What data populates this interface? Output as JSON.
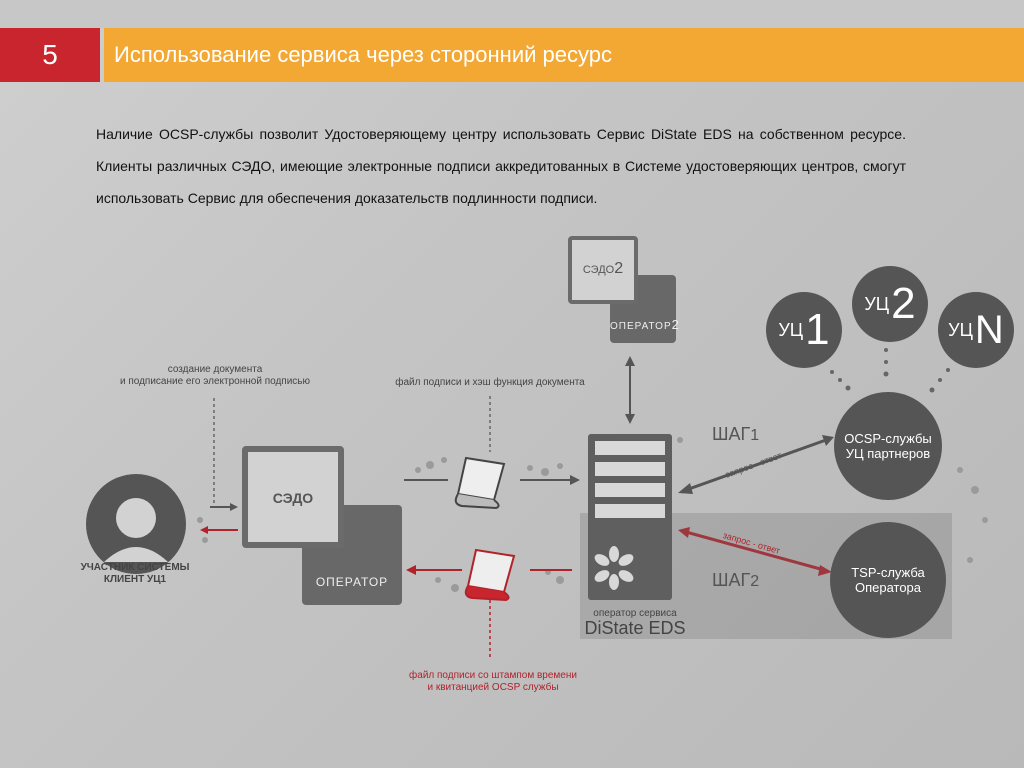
{
  "slide": {
    "number": "5",
    "title": "Использование сервиса через сторонний ресурс"
  },
  "intro_text": "Наличие OCSP-службы позволит Удостоверяющему центру использовать Сервис DiState EDS на собственном ресурсе. Клиенты различных СЭДО, имеющие электронные подписи аккредитованных в Системе удостоверяющих центров, смогут использовать Сервис для обеспечения доказательств подлинности подписи.",
  "diagram": {
    "client": {
      "line1": "УЧАСТНИК СИСТЕМЫ",
      "line2": "КЛИЕНТ УЦ1"
    },
    "caption_create": {
      "line1": "создание документа",
      "line2": "и подписание его электронной подписью"
    },
    "caption_file_hash": "файл подписи и хэш функция документа",
    "caption_stamp": {
      "line1": "файл подписи со штампом времени",
      "line2": "и квитанцией OCSP службы"
    },
    "sedo": {
      "label": "СЭДО",
      "operator": "ОПЕРАТОР"
    },
    "sedo2": {
      "label": "СЭДО",
      "label_num": "2",
      "operator": "ОПЕРАТОР",
      "operator_num": "2"
    },
    "server": {
      "caption1": "оператор сервиса",
      "caption2": "DiState EDS"
    },
    "step1": {
      "label": "ШАГ",
      "num": "1",
      "arrow": "запрос - ответ"
    },
    "step2": {
      "label": "ШАГ",
      "num": "2",
      "arrow": "запрос - ответ"
    },
    "ocsp": {
      "line1": "OCSP-службы",
      "line2": "УЦ партнеров"
    },
    "tsp": {
      "line1": "TSP-служба",
      "line2": "Оператора"
    },
    "ca": [
      {
        "label": "УЦ",
        "num": "1"
      },
      {
        "label": "УЦ",
        "num": "2"
      },
      {
        "label": "УЦ",
        "num": "N"
      }
    ]
  },
  "colors": {
    "accent_red": "#c8252e",
    "accent_orange": "#f3a833",
    "dark_gray": "#555555",
    "line_red": "#b0232b"
  }
}
